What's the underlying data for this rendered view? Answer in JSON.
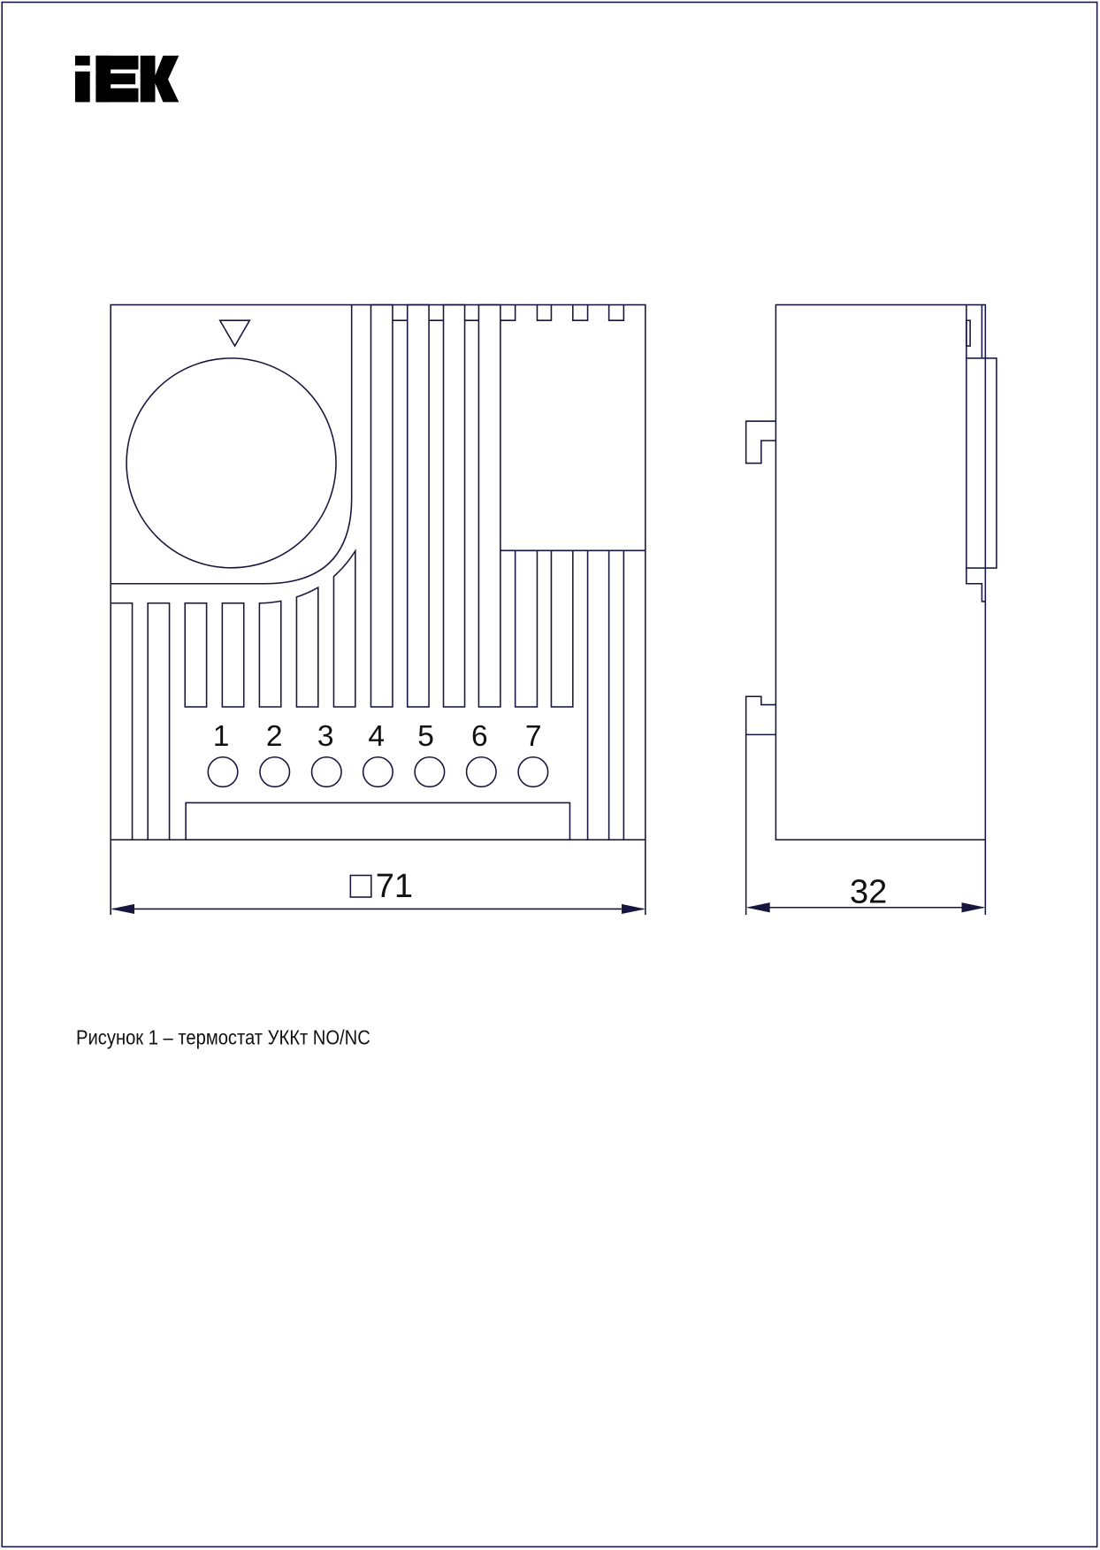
{
  "logo": {
    "text": "IEK"
  },
  "drawing": {
    "terminals": [
      "1",
      "2",
      "3",
      "4",
      "5",
      "6",
      "7"
    ],
    "width_dimension": "71",
    "depth_dimension": "32"
  },
  "caption": "Рисунок 1 – термостат УККт NO/NC",
  "colors": {
    "line": "#16163f",
    "logo": "#000000"
  }
}
